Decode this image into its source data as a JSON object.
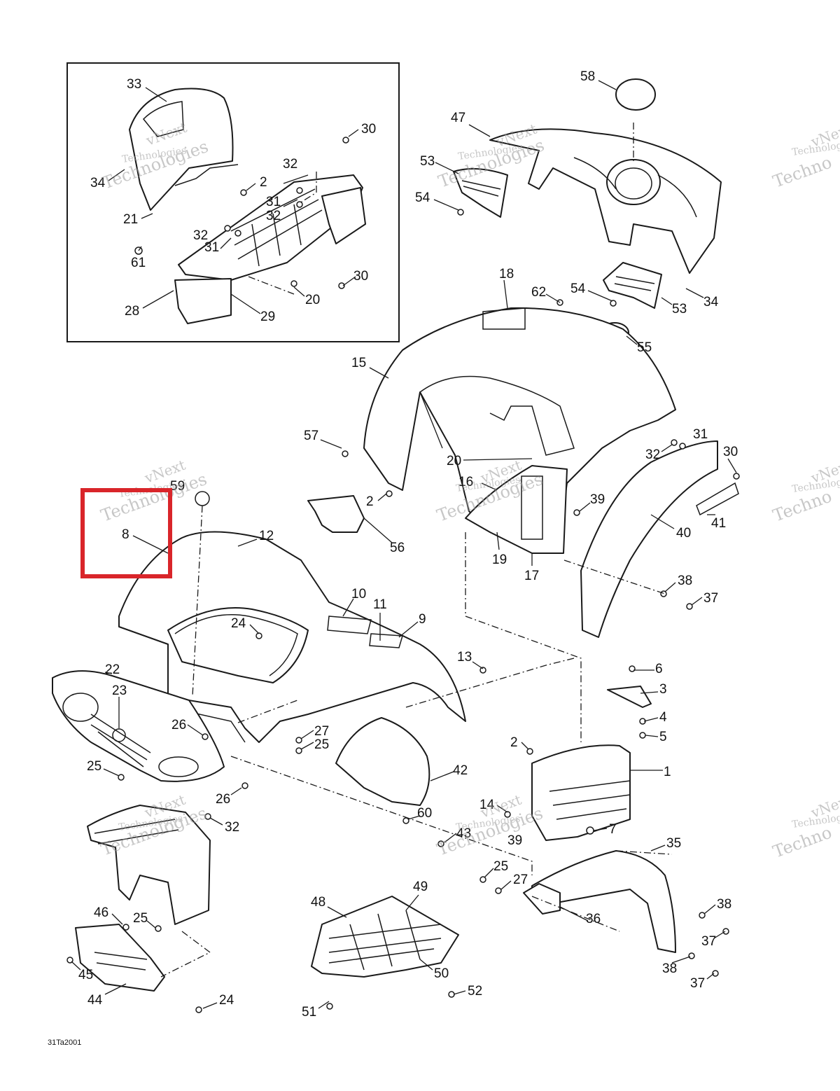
{
  "diagram": {
    "code": "31Ta2001",
    "highlight_color": "#d9252a",
    "watermark": {
      "line1": "vNext",
      "line2": "Technologies",
      "line3": "Techno"
    },
    "callouts": [
      "1",
      "2",
      "3",
      "4",
      "5",
      "6",
      "7",
      "8",
      "9",
      "10",
      "11",
      "12",
      "13",
      "14",
      "15",
      "16",
      "17",
      "18",
      "19",
      "20",
      "21",
      "22",
      "23",
      "24",
      "25",
      "26",
      "27",
      "28",
      "29",
      "30",
      "31",
      "32",
      "33",
      "34",
      "35",
      "36",
      "37",
      "38",
      "39",
      "40",
      "41",
      "42",
      "43",
      "44",
      "45",
      "46",
      "47",
      "48",
      "49",
      "50",
      "51",
      "52",
      "53",
      "54",
      "55",
      "56",
      "57",
      "58",
      "59",
      "60",
      "61",
      "62"
    ]
  }
}
